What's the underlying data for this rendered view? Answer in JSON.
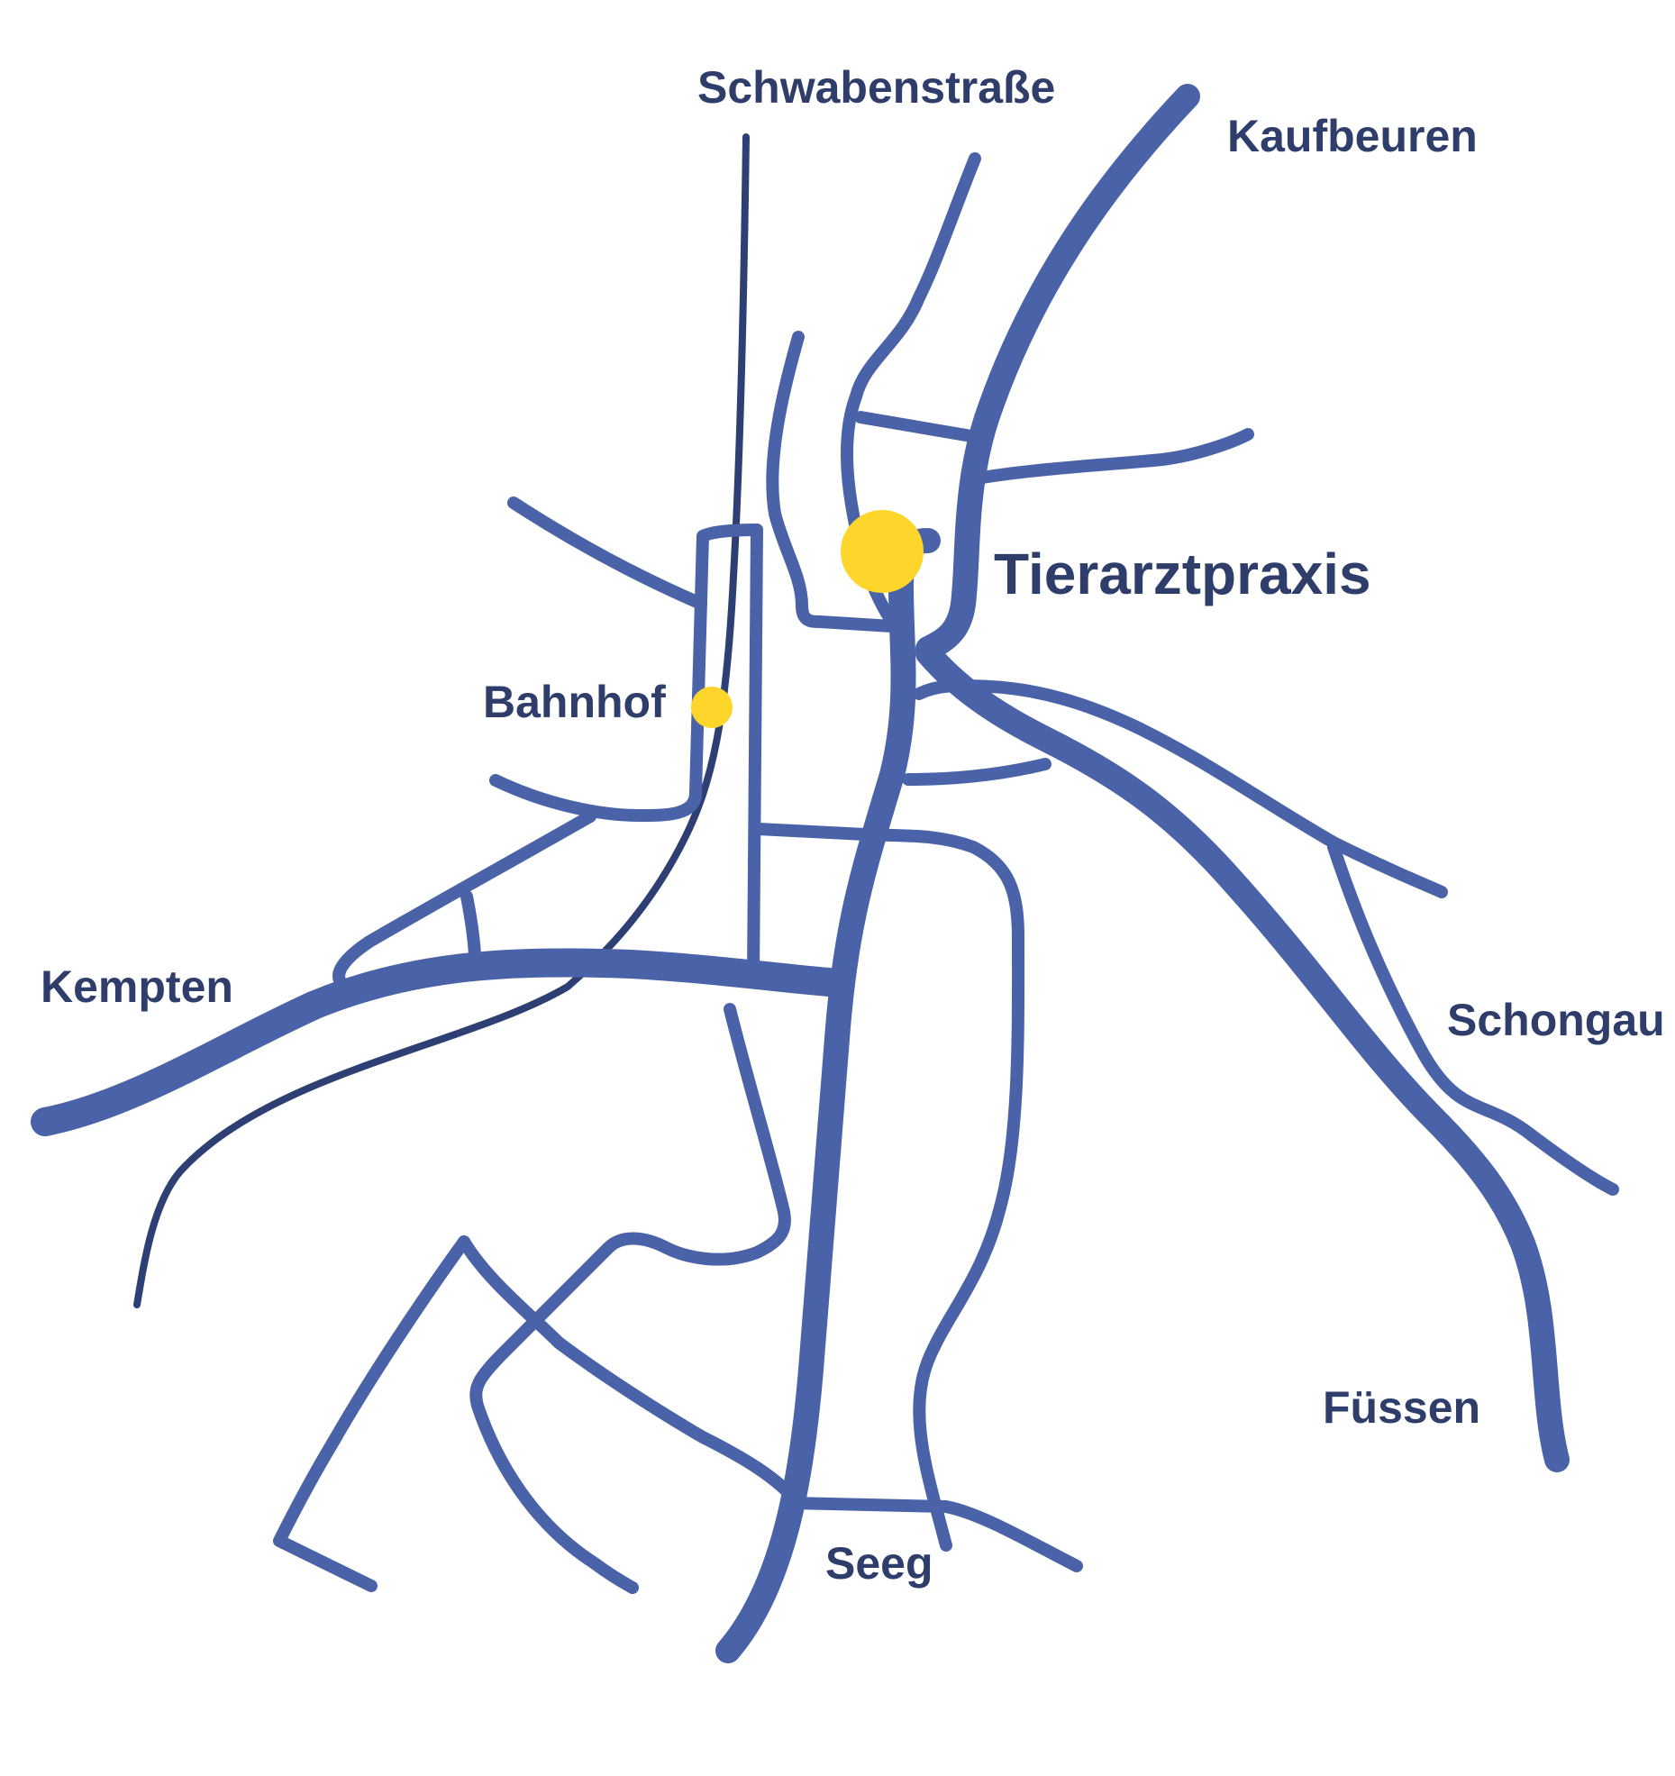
{
  "labels": {
    "schwabenstrasse": "Schwabenstraße",
    "kaufbeuren": "Kaufbeuren",
    "tierarztpraxis": "Tierarztpraxis",
    "bahnhof": "Bahnhof",
    "kempten": "Kempten",
    "schongau": "Schongau",
    "fuessen": "Füssen",
    "seeg": "Seeg"
  },
  "colors": {
    "road": "#4a63a8",
    "rail": "#2e3f73",
    "label": "#2f3d6b",
    "marker": "#fdd52b",
    "background": "#ffffff"
  }
}
